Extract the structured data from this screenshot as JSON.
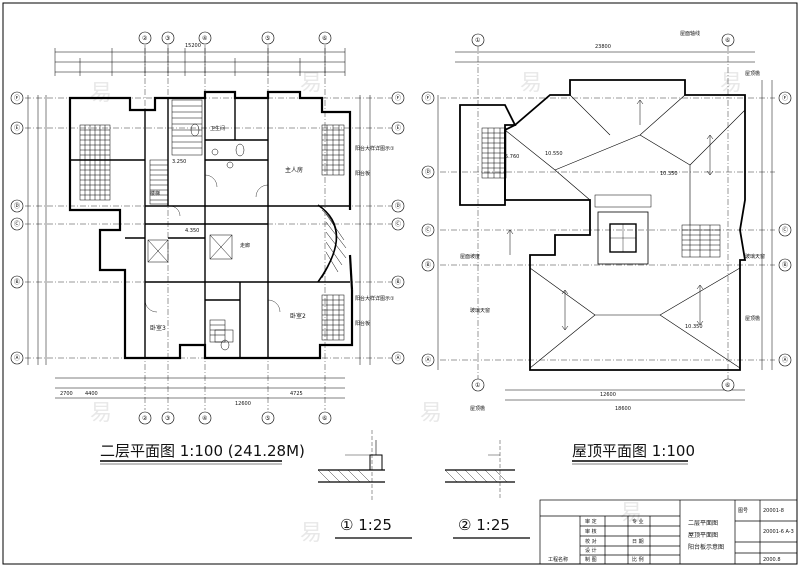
{
  "titles": {
    "floor2": "二层平面图  1:100 (241.28M)",
    "roof": "屋顶平面图  1:100",
    "detail1": "①  1:25",
    "detail2": "②  1:25"
  },
  "grid_cols_floor": [
    "②",
    "③",
    "④",
    "⑤",
    "⑥"
  ],
  "grid_cols_roof": [
    "①",
    "⑥"
  ],
  "grid_rows": [
    "Ⓕ",
    "Ⓔ",
    "Ⓓ",
    "Ⓒ",
    "Ⓑ",
    "Ⓐ"
  ],
  "rooms": {
    "master": "主人房",
    "br2": "卧室2",
    "br3": "卧室3",
    "corridor": "走廊",
    "stair": "楼梯",
    "bath": "卫生间"
  },
  "labels": {
    "balcony_rail": "阳台大样详图示①",
    "balcony": "阳台板",
    "roof_ridge": "屋面轴线",
    "roof_slope": "屋面坡度",
    "glass": "玻璃天窗",
    "hood": "屋顶檐",
    "elev_1": "10.350",
    "elev_2": "10.550",
    "elev_3": "4.350",
    "elev_4": "5.760",
    "elev_5": "3.250",
    "dims": {
      "top_total_floor": "15200",
      "top_total_roof": "23800",
      "bottom_total_roof": "18600",
      "bottom_mid_roof": "12600",
      "bottom_floor_1": "2700",
      "bottom_floor_2": "4400",
      "bottom_floor_3": "12600",
      "bottom_floor_4": "4725"
    }
  },
  "title_block": {
    "drawing_name_1": "二层平面图",
    "drawing_name_2": "屋顶平面图",
    "drawing_name_3": "阳台板示意图",
    "drawing_no": "20001-8",
    "sheet": "20001-6 A-3",
    "date": "2000.8",
    "row_labels": [
      "审 定",
      "审 核",
      "校 对",
      "设 计",
      "制 图"
    ],
    "row_labels_2": [
      "专 业",
      "日 期",
      "比 例"
    ],
    "proj_label": "工程名称",
    "no_label": "图号"
  },
  "watermark": "易"
}
